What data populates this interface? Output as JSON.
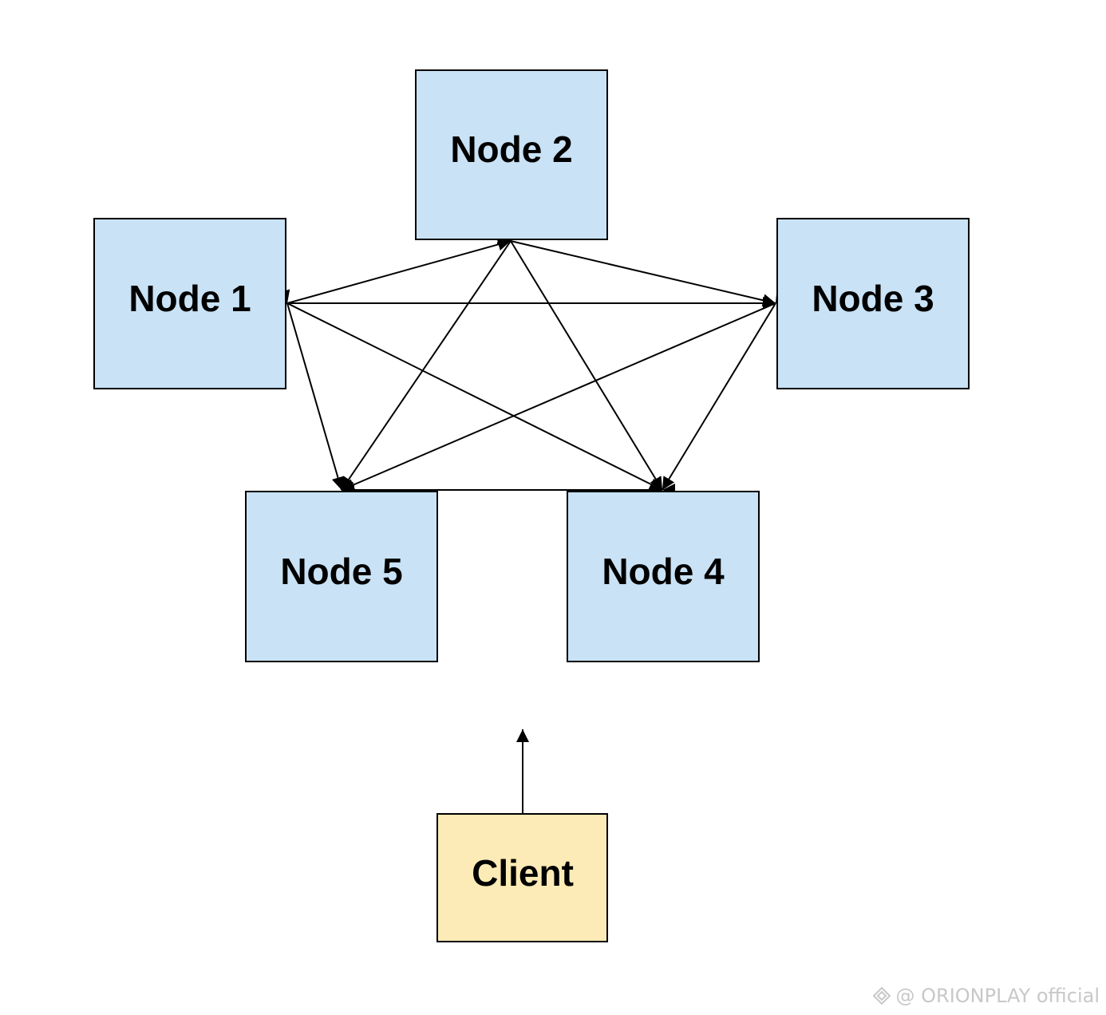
{
  "colors": {
    "node_fill": "#c9e2f5",
    "client_fill": "#fcebb6",
    "stroke": "#000000"
  },
  "nodes": [
    {
      "id": "node1",
      "label": "Node 1"
    },
    {
      "id": "node2",
      "label": "Node 2"
    },
    {
      "id": "node3",
      "label": "Node 3"
    },
    {
      "id": "node4",
      "label": "Node 4"
    },
    {
      "id": "node5",
      "label": "Node 5"
    },
    {
      "id": "client",
      "label": "Client"
    }
  ],
  "edges": [
    {
      "from": "node1",
      "to": "node2",
      "direction": "bidirectional"
    },
    {
      "from": "node1",
      "to": "node3",
      "direction": "bidirectional"
    },
    {
      "from": "node1",
      "to": "node4",
      "direction": "bidirectional"
    },
    {
      "from": "node1",
      "to": "node5",
      "direction": "bidirectional"
    },
    {
      "from": "node2",
      "to": "node3",
      "direction": "bidirectional"
    },
    {
      "from": "node2",
      "to": "node4",
      "direction": "bidirectional"
    },
    {
      "from": "node2",
      "to": "node5",
      "direction": "bidirectional"
    },
    {
      "from": "node3",
      "to": "node4",
      "direction": "bidirectional"
    },
    {
      "from": "node3",
      "to": "node5",
      "direction": "bidirectional"
    },
    {
      "from": "node4",
      "to": "node5",
      "direction": "bidirectional"
    },
    {
      "from": "client",
      "to": "cluster",
      "direction": "forward"
    }
  ],
  "watermark": {
    "icon": "orionplay-logo-icon",
    "text": "@ ORIONPLAY official"
  }
}
